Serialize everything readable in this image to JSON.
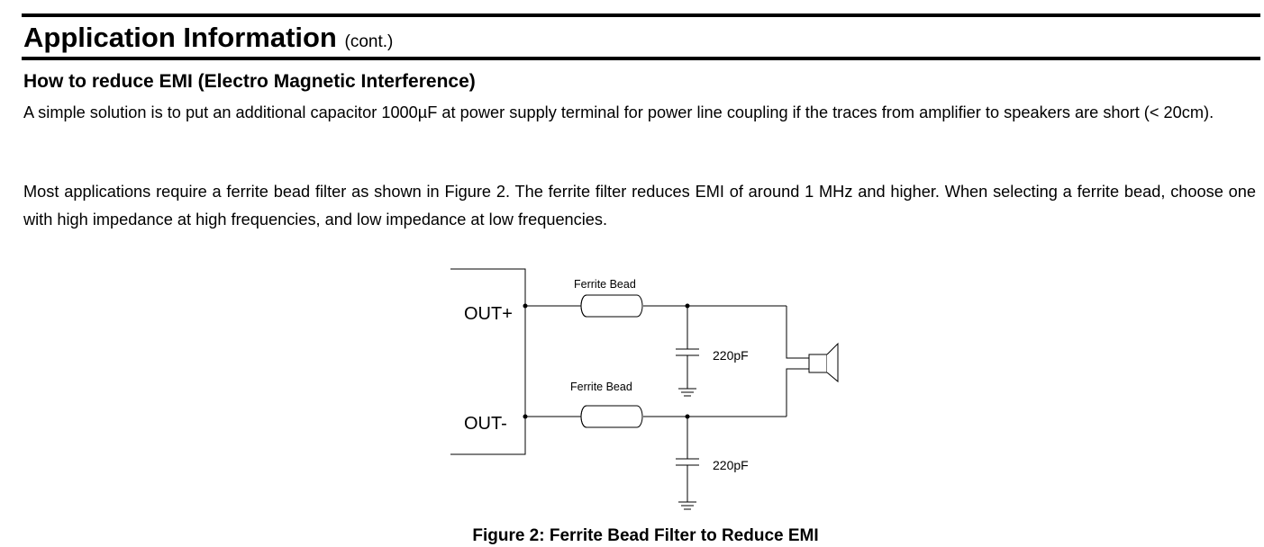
{
  "header": {
    "title": "Application Information",
    "title_suffix": "(cont.)"
  },
  "section": {
    "heading": "How to reduce EMI (Electro Magnetic Interference)",
    "paragraph_1": "A simple solution is to put an additional capacitor 1000µF at power supply terminal for power line coupling if the traces from amplifier to speakers are short (< 20cm).",
    "paragraph_2": "Most applications require a ferrite bead filter as shown in Figure 2. The ferrite filter reduces EMI of around 1 MHz and higher. When selecting a ferrite bead, choose one with high impedance at high frequencies, and low impedance at low frequencies."
  },
  "figure": {
    "labels": {
      "out_plus": "OUT+",
      "out_minus": "OUT-",
      "bead_top": "Ferrite Bead",
      "bead_bottom": "Ferrite Bead",
      "cap_top": "220pF",
      "cap_bottom": "220pF"
    },
    "caption": "Figure 2: Ferrite Bead Filter to Reduce EMI"
  }
}
